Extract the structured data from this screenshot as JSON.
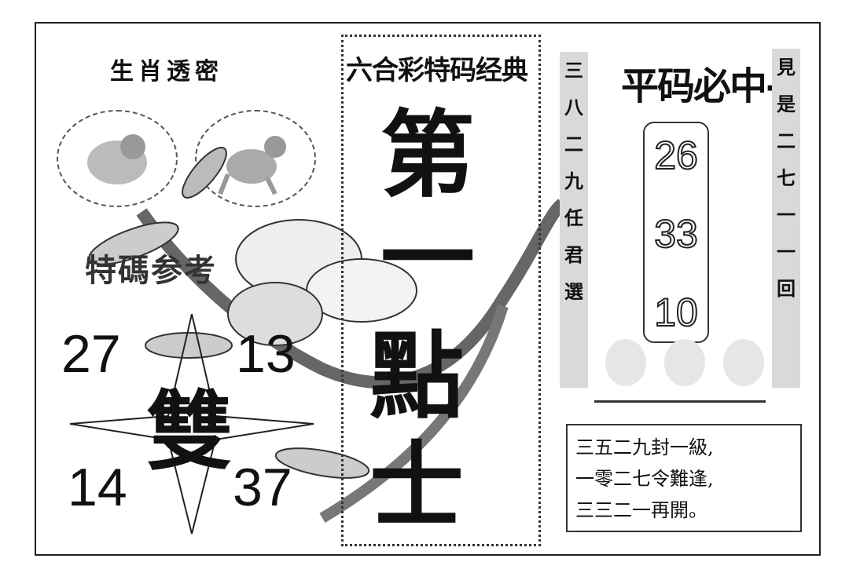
{
  "left_panel": {
    "title": "生肖透密",
    "zodiac_icons": [
      "tiger-icon",
      "monkey-icon"
    ],
    "reference_label": "特碼参考",
    "numbers": [
      "27",
      "13",
      "14",
      "37"
    ],
    "center_char": "雙"
  },
  "middle_panel": {
    "title": "六合彩特码经典",
    "big_chars": [
      "第",
      "一",
      "點",
      "士"
    ]
  },
  "left_column": [
    "三",
    "八",
    "二",
    "九",
    "任",
    "君",
    "選"
  ],
  "right_panel": {
    "title": "平码必中-",
    "numbers": [
      "26",
      "33",
      "10"
    ]
  },
  "right_column": [
    "見",
    "是",
    "二",
    "七",
    "一",
    "一",
    "回"
  ],
  "poem": [
    "三五二九封一級,",
    "一零二七令難逢,",
    "三三二一再開。"
  ]
}
